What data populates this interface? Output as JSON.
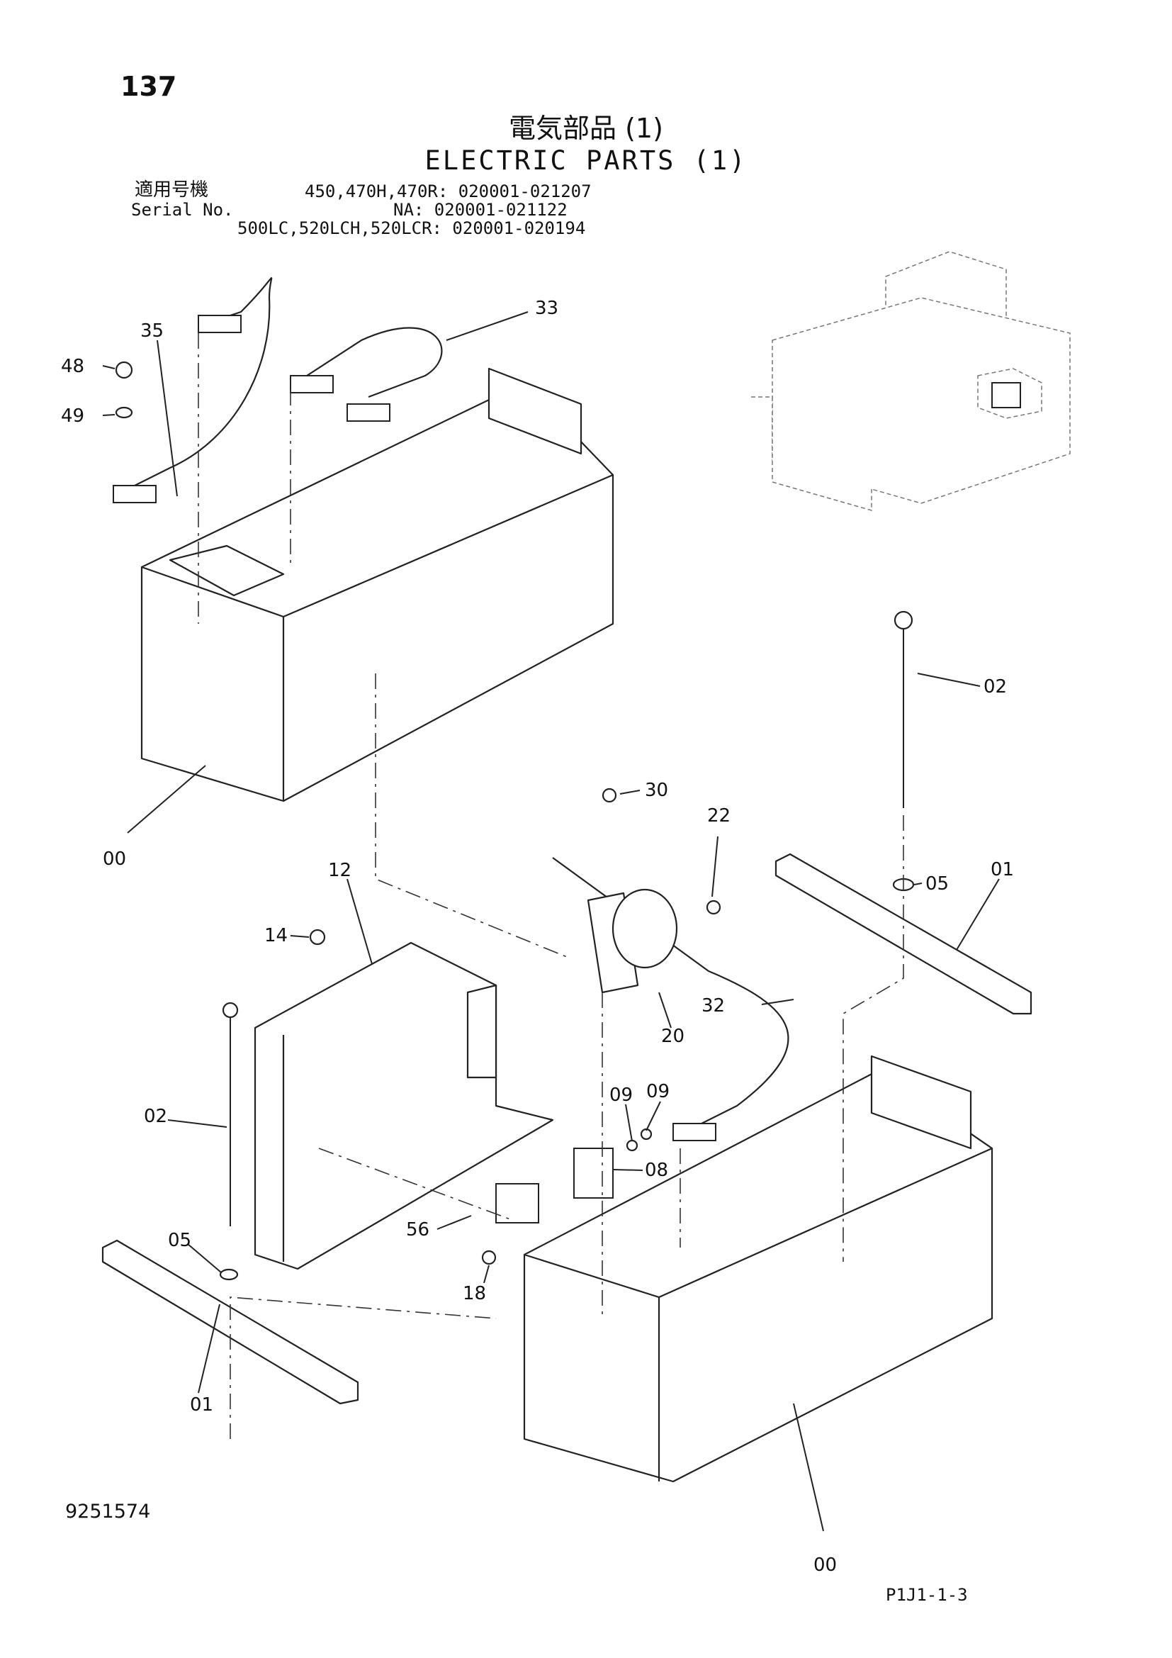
{
  "header": {
    "page_number": "137",
    "title_jp": "電気部品 (1)",
    "title_en": "ELECTRIC PARTS (1)"
  },
  "serial": {
    "label_jp": "適用号機",
    "label_en": "Serial No.",
    "row1": "450,470H,470R: 020001-021207",
    "row2": "NA: 020001-021122",
    "row3": "500LC,520LCH,520LCR: 020001-020194"
  },
  "callouts": {
    "c35": "35",
    "c33": "33",
    "c48": "48",
    "c49": "49",
    "c00a": "00",
    "c00b": "00",
    "c02a": "02",
    "c02b": "02",
    "c30": "30",
    "c22": "22",
    "c12": "12",
    "c05a": "05",
    "c05b": "05",
    "c01a": "01",
    "c01b": "01",
    "c14": "14",
    "c32": "32",
    "c20": "20",
    "c09a": "09",
    "c09b": "09",
    "c08": "08",
    "c56": "56",
    "c18": "18"
  },
  "footer": {
    "doc_number": "9251574",
    "page_code": "P1J1-1-3"
  }
}
